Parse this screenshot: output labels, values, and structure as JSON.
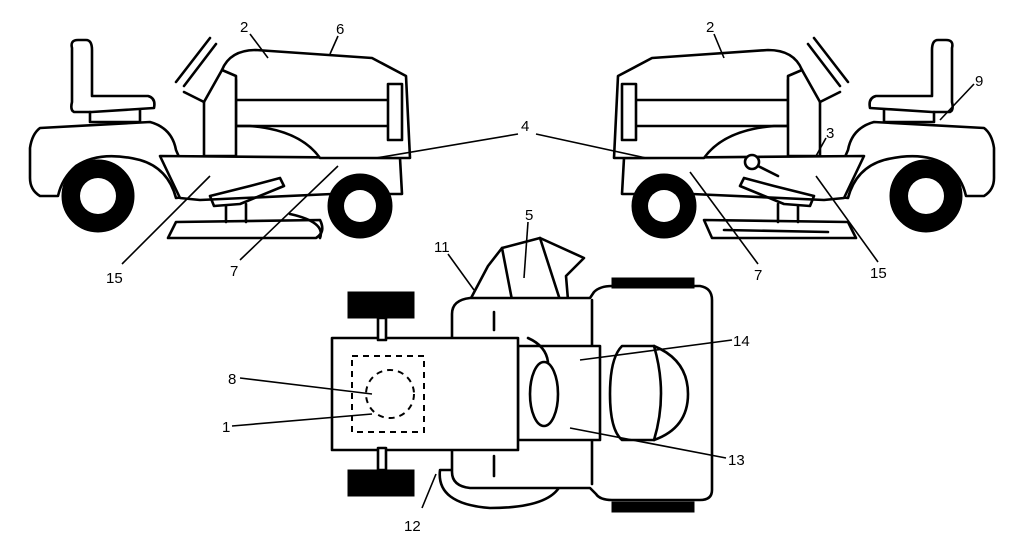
{
  "callouts": {
    "left_2": "2",
    "left_6": "6",
    "left_4": "4",
    "left_15": "15",
    "left_7": "7",
    "right_2": "2",
    "right_9": "9",
    "right_3": "3",
    "right_7": "7",
    "right_15": "15",
    "top_5": "5",
    "top_11": "11",
    "top_14": "14",
    "top_8": "8",
    "top_1": "1",
    "top_13": "13",
    "top_12": "12"
  }
}
